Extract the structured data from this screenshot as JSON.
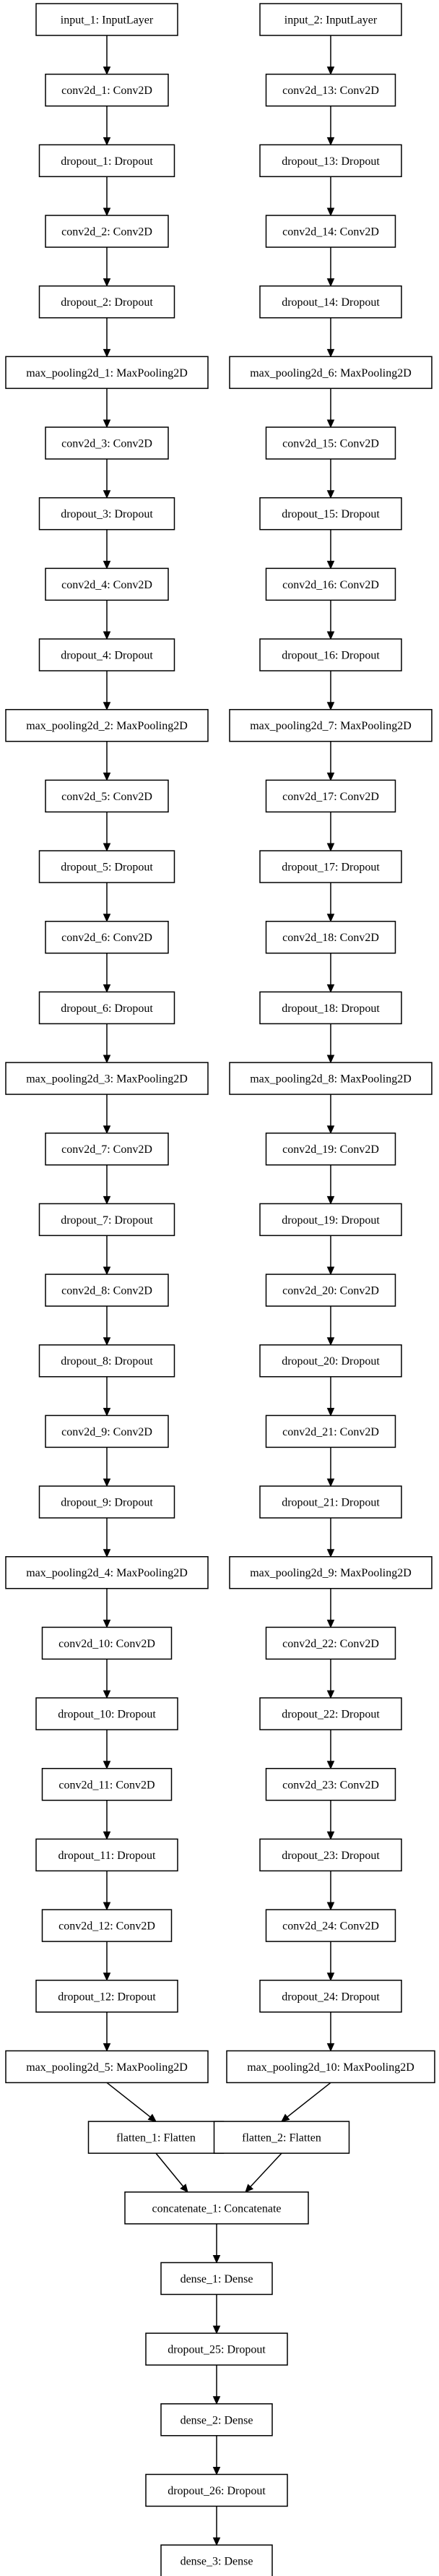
{
  "diagram": {
    "type": "model-graph",
    "left_branch": [
      "input_1: InputLayer",
      "conv2d_1: Conv2D",
      "dropout_1: Dropout",
      "conv2d_2: Conv2D",
      "dropout_2: Dropout",
      "max_pooling2d_1: MaxPooling2D",
      "conv2d_3: Conv2D",
      "dropout_3: Dropout",
      "conv2d_4: Conv2D",
      "dropout_4: Dropout",
      "max_pooling2d_2: MaxPooling2D",
      "conv2d_5: Conv2D",
      "dropout_5: Dropout",
      "conv2d_6: Conv2D",
      "dropout_6: Dropout",
      "max_pooling2d_3: MaxPooling2D",
      "conv2d_7: Conv2D",
      "dropout_7: Dropout",
      "conv2d_8: Conv2D",
      "dropout_8: Dropout",
      "conv2d_9: Conv2D",
      "dropout_9: Dropout",
      "max_pooling2d_4: MaxPooling2D",
      "conv2d_10: Conv2D",
      "dropout_10: Dropout",
      "conv2d_11: Conv2D",
      "dropout_11: Dropout",
      "conv2d_12: Conv2D",
      "dropout_12: Dropout",
      "max_pooling2d_5: MaxPooling2D",
      "flatten_1: Flatten"
    ],
    "right_branch": [
      "input_2: InputLayer",
      "conv2d_13: Conv2D",
      "dropout_13: Dropout",
      "conv2d_14: Conv2D",
      "dropout_14: Dropout",
      "max_pooling2d_6: MaxPooling2D",
      "conv2d_15: Conv2D",
      "dropout_15: Dropout",
      "conv2d_16: Conv2D",
      "dropout_16: Dropout",
      "max_pooling2d_7: MaxPooling2D",
      "conv2d_17: Conv2D",
      "dropout_17: Dropout",
      "conv2d_18: Conv2D",
      "dropout_18: Dropout",
      "max_pooling2d_8: MaxPooling2D",
      "conv2d_19: Conv2D",
      "dropout_19: Dropout",
      "conv2d_20: Conv2D",
      "dropout_20: Dropout",
      "conv2d_21: Conv2D",
      "dropout_21: Dropout",
      "max_pooling2d_9: MaxPooling2D",
      "conv2d_22: Conv2D",
      "dropout_22: Dropout",
      "conv2d_23: Conv2D",
      "dropout_23: Dropout",
      "conv2d_24: Conv2D",
      "dropout_24: Dropout",
      "max_pooling2d_10: MaxPooling2D",
      "flatten_2: Flatten"
    ],
    "merged": [
      "concatenate_1: Concatenate",
      "dense_1: Dense",
      "dropout_25: Dropout",
      "dense_2: Dense",
      "dropout_26: Dropout",
      "dense_3: Dense"
    ]
  }
}
